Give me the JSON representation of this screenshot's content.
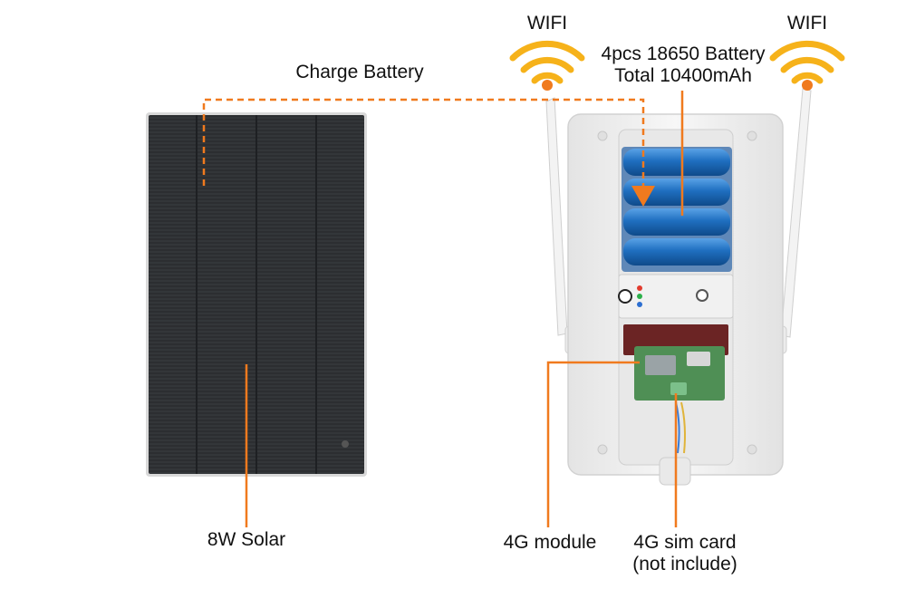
{
  "labels": {
    "wifi_left": "WIFI",
    "wifi_right": "WIFI",
    "battery_line1": "4pcs 18650 Battery",
    "battery_line2": "Total 10400mAh",
    "charge_battery": "Charge Battery",
    "solar": "8W Solar",
    "module_4g": "4G module",
    "sim_line1": "4G sim card",
    "sim_line2": "(not include)"
  },
  "colors": {
    "accent_orange": "#f07a1e",
    "wifi_yellow": "#f6b21a",
    "panel_dark": "#2a2c2f",
    "housing_white": "#f2f2f2",
    "battery_blue": "#1f6fc0",
    "pcb_green": "#4f8f55"
  },
  "icons": {
    "wifi_left": "wifi-icon",
    "wifi_right": "wifi-icon",
    "arrow": "arrow-down-icon"
  }
}
